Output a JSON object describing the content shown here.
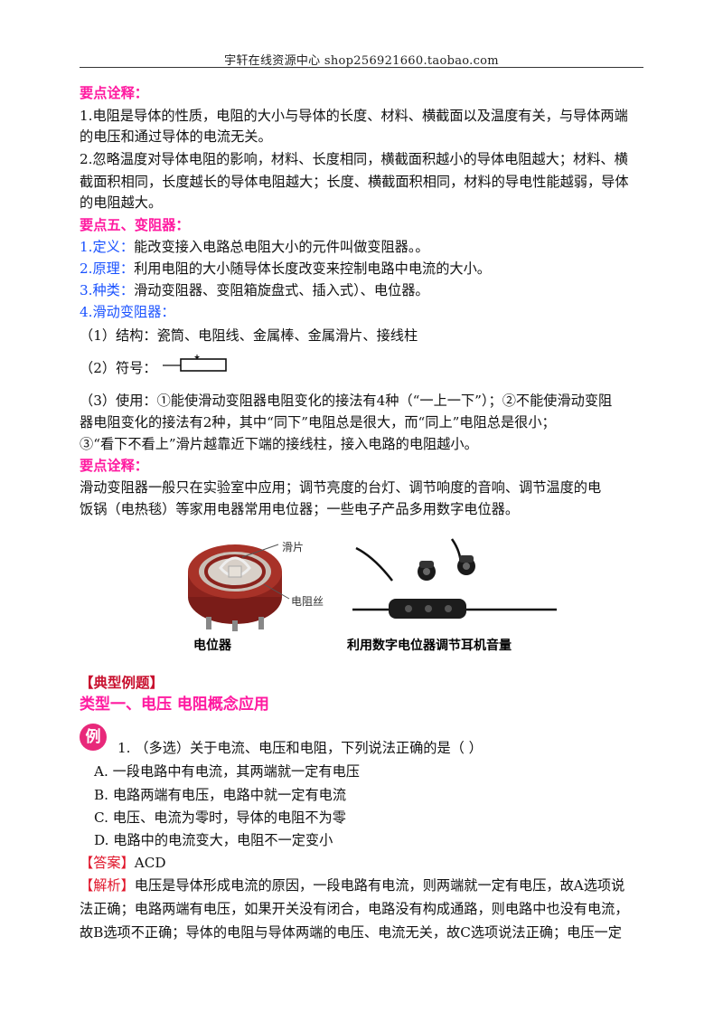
{
  "header": {
    "text": "宇轩在线资源中心   shop256921660.taobao.com"
  },
  "lines": [
    {
      "parts": [
        {
          "t": "要点诠释：",
          "c": "pink"
        }
      ]
    },
    {
      "parts": [
        {
          "t": "1.电阻是导体的性质，电阻的大小与导体的长度、材料、横截面以及温度有关，与导体两端"
        }
      ]
    },
    {
      "parts": [
        {
          "t": "的电压和通过导体的电流无关。"
        }
      ]
    },
    {
      "parts": [
        {
          "t": "2.忽略温度对导体电阻的影响，材料、长度相同，横截面积越小的导体电阻越大；材料、横"
        }
      ]
    },
    {
      "parts": [
        {
          "t": "截面积相同，长度越长的导体电阻越大；长度、横截面积相同，材料的导电性能越弱，导体"
        }
      ]
    },
    {
      "parts": [
        {
          "t": "的电阻越大。"
        }
      ]
    },
    {
      "parts": [
        {
          "t": "要点五、变阻器：",
          "c": "pink"
        }
      ]
    },
    {
      "parts": [
        {
          "t": "1.定义：",
          "c": "blue"
        },
        {
          "t": "能改变接入电路总电阻大小的元件叫做变阻器。。"
        }
      ]
    },
    {
      "parts": [
        {
          "t": "2.原理：",
          "c": "blue"
        },
        {
          "t": "利用电阻的大小随导体长度改变来控制电路中电流的大小。"
        }
      ]
    },
    {
      "parts": [
        {
          "t": "3.种类：",
          "c": "blue"
        },
        {
          "t": "滑动变阻器、变阻箱旋盘式、插入式）、电位器。"
        }
      ]
    },
    {
      "parts": [
        {
          "t": "4.滑动变阻器：",
          "c": "blue"
        }
      ]
    },
    {
      "parts": [
        {
          "t": "（1）结构：瓷筒、电阻线、金属棒、金属滑片、接线柱"
        }
      ]
    },
    {
      "parts": [
        {
          "t": "（2）符号："
        }
      ]
    },
    {
      "parts": [
        {
          "t": "（3）使用：①能使滑动变阻器电阻变化的接法有4种（“一上一下”）；②不能使滑动变阻"
        }
      ]
    },
    {
      "parts": [
        {
          "t": "器电阻变化的接法有2种，其中“同下”电阻总是很大，而“同上”电阻总是很小；"
        }
      ]
    },
    {
      "parts": [
        {
          "t": "③“看下不看上”滑片越靠近下端的接线柱，接入电路的电阻越小。"
        }
      ]
    },
    {
      "parts": [
        {
          "t": "要点诠释：",
          "c": "pink"
        }
      ]
    },
    {
      "parts": [
        {
          "t": "  滑动变阻器一般只在实验室中应用；调节亮度的台灯、调节响度的音响、调节温度的电"
        }
      ]
    },
    {
      "parts": [
        {
          "t": "饭锅（电热毯）等家用电器常用电位器；一些电子产品多用数字电位器。"
        }
      ]
    }
  ],
  "figures": {
    "left": {
      "label_slider": "滑片",
      "label_wire": "电阻丝",
      "caption": "电位器"
    },
    "right": {
      "caption": "利用数字电位器调节耳机音量"
    }
  },
  "examples": {
    "heading": "【典型例题】",
    "type_title": "类型一、电压  电阻概念应用",
    "badge": "例",
    "question": "1. （多选）关于电流、电压和电阻，下列说法正确的是（     ）",
    "options": [
      "A. 一段电路中有电流，其两端就一定有电压",
      "B. 电路两端有电压，电路中就一定有电流",
      "C. 电压、电流为零时，导体的电阻不为零",
      "D. 电路中的电流变大，电阻不一定变小"
    ],
    "answer_tag": "【答案】",
    "answer": "ACD",
    "analysis_tag": "【解析】",
    "analysis_lines": [
      "电压是导体形成电流的原因，一段电路有电流，则两端就一定有电压，故A选项说",
      "法正确；电路两端有电压，如果开关没有闭合，电路没有构成通路，则电路中也没有电流，",
      "故B选项不正确；导体的电阻与导体两端的电压、电流无关，故C选项说法正确；电压一定"
    ]
  },
  "colors": {
    "pink": "#ff1aa0",
    "blue": "#1a52ff",
    "red": "#c8102e"
  }
}
